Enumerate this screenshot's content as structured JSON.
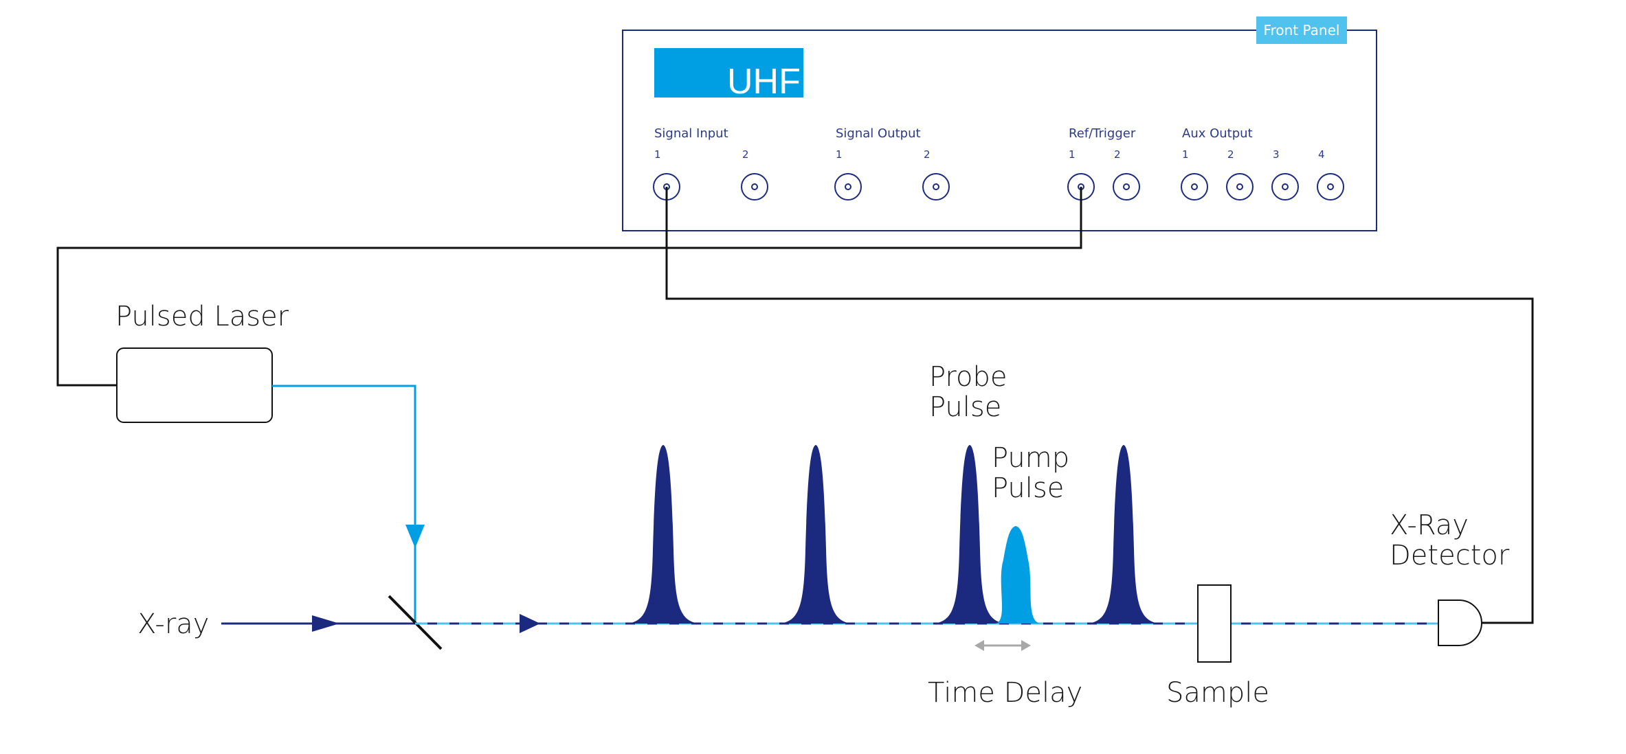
{
  "colors": {
    "navy": "#1b2a7f",
    "cyan": "#009fe3",
    "light_cyan": "#4fc3ee",
    "wire": "#111111",
    "gray": "#a8a8a8"
  },
  "panel": {
    "tag": "Front Panel",
    "brand": "UHF",
    "groups": {
      "signal_input": {
        "label": "Signal Input",
        "ports": [
          "1",
          "2"
        ]
      },
      "signal_output": {
        "label": "Signal Output",
        "ports": [
          "1",
          "2"
        ]
      },
      "ref_trigger": {
        "label": "Ref/Trigger",
        "ports": [
          "1",
          "2"
        ]
      },
      "aux_output": {
        "label": "Aux Output",
        "ports": [
          "1",
          "2",
          "3",
          "4"
        ]
      }
    }
  },
  "labels": {
    "pulsed_laser": "Pulsed Laser",
    "xray_source": "X-ray",
    "probe_pulse": [
      "Probe",
      "Pulse"
    ],
    "pump_pulse": [
      "Pump",
      "Pulse"
    ],
    "xray_detector": [
      "X-Ray",
      "Detector"
    ],
    "time_delay": "Time Delay",
    "sample": "Sample"
  }
}
